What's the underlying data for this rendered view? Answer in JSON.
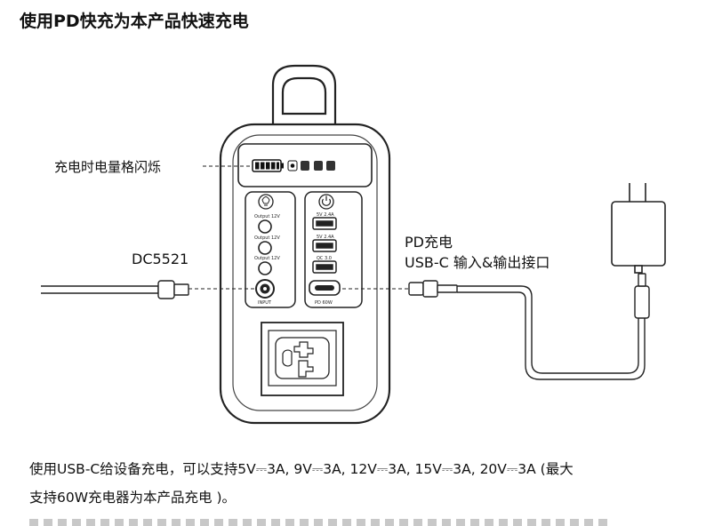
{
  "title": "使用PD快充为本产品快速充电",
  "labels": {
    "battery_blink": "充电时电量格闪烁",
    "dc_port": "DC5521",
    "pd_line1": "PD充电",
    "pd_line2": "USB-C 输入&输出接口"
  },
  "device": {
    "output_labels": [
      "Output 12V",
      "Output 12V",
      "Output 12V"
    ],
    "input_label": "INPUT",
    "usb_labels": [
      "5V 2.4A",
      "5V 2.4A",
      "QC 3.0"
    ],
    "pd_label": "PD 60W"
  },
  "description": {
    "line1": "使用USB-C给设备充电，可以支持5V⎓3A, 9V⎓3A, 12V⎓3A, 15V⎓3A, 20V⎓3A (最大",
    "line2": "支持60W充电器为本产品充电 )。"
  }
}
